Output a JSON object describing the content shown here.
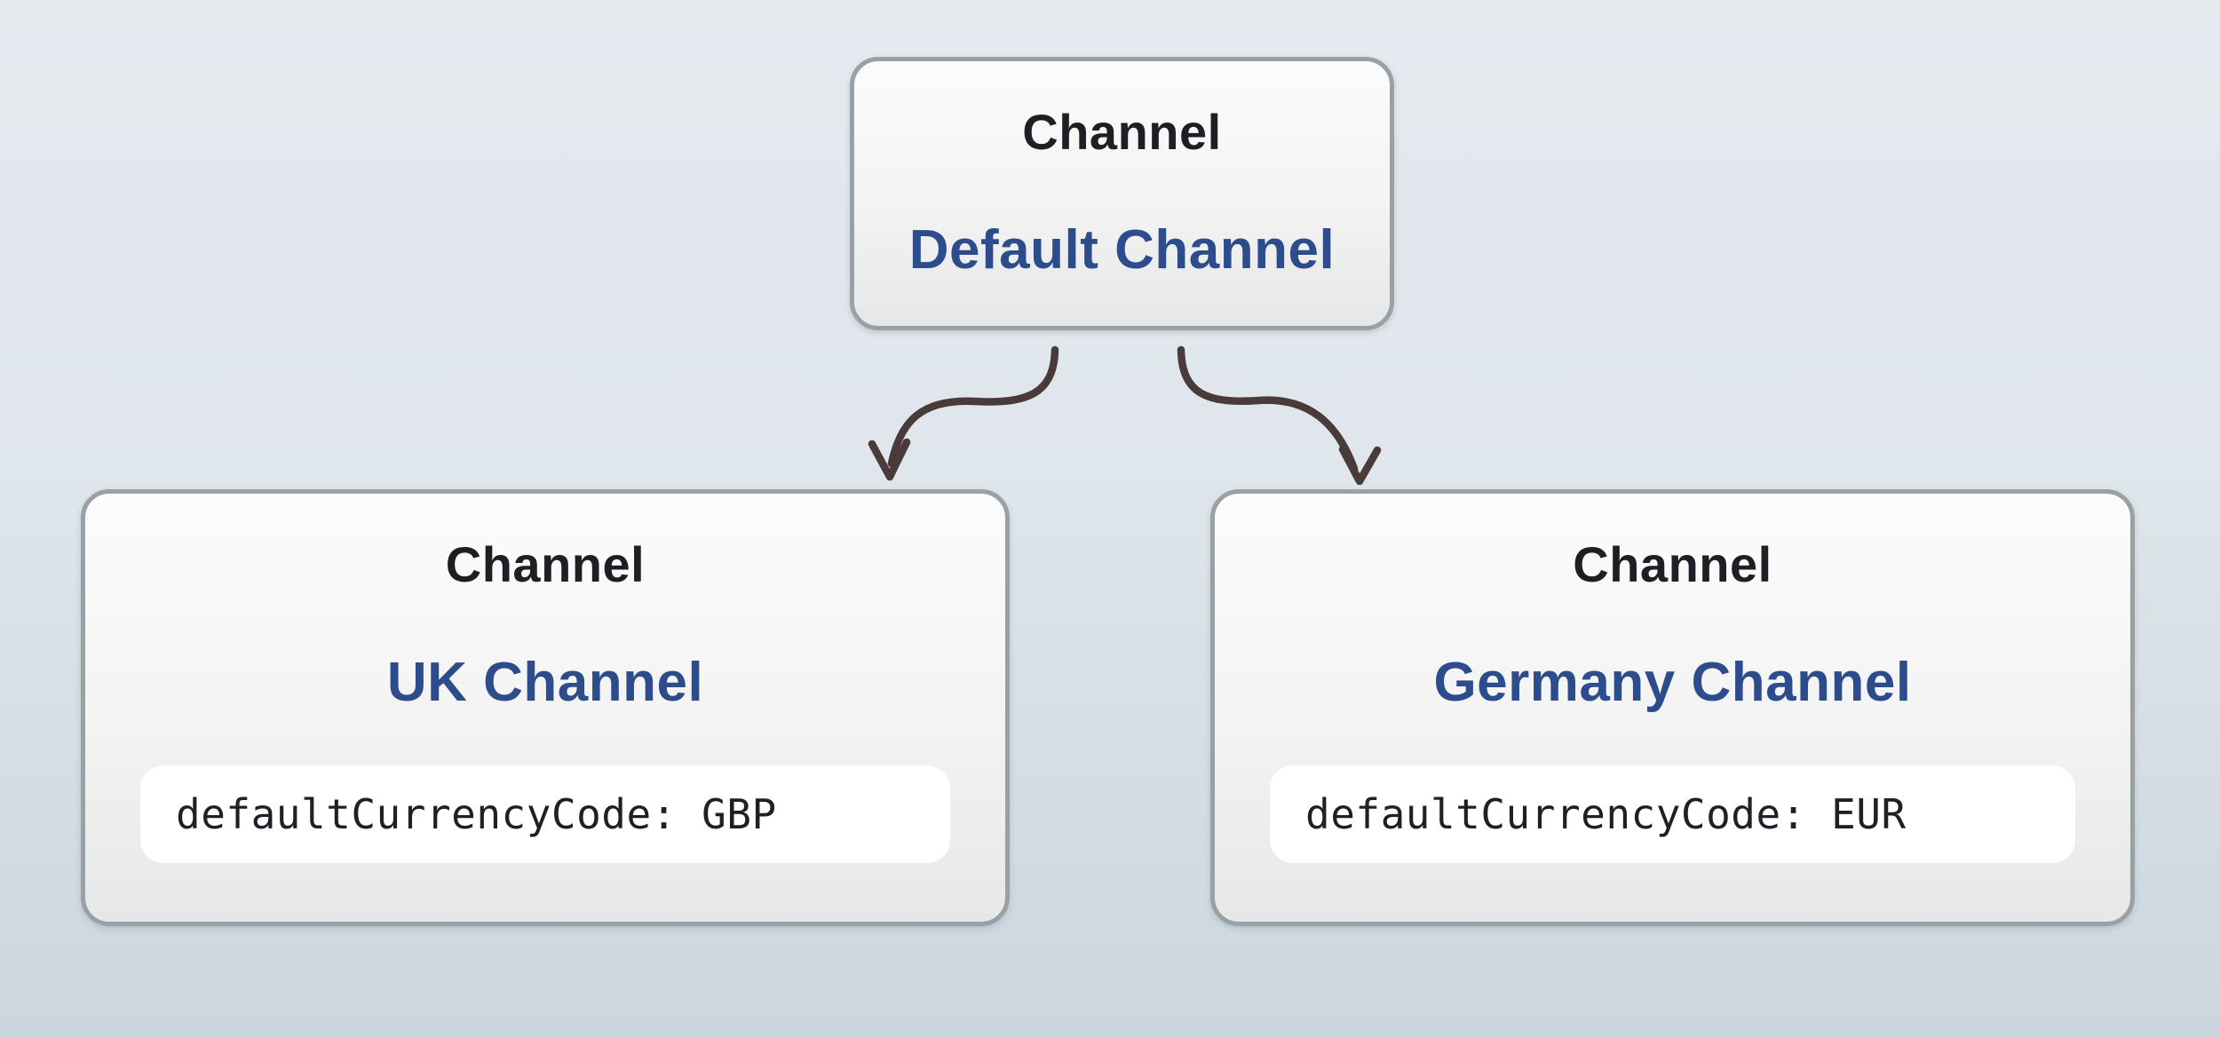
{
  "nodes": [
    {
      "type_label": "Channel",
      "name": "Default Channel"
    },
    {
      "type_label": "Channel",
      "name": "UK Channel",
      "code": "defaultCurrencyCode: GBP"
    },
    {
      "type_label": "Channel",
      "name": "Germany Channel",
      "code": "defaultCurrencyCode: EUR"
    }
  ],
  "edges": [
    {
      "from": "Default Channel",
      "to": "UK Channel"
    },
    {
      "from": "Default Channel",
      "to": "Germany Channel"
    }
  ],
  "colors": {
    "bg_top": "#e5eaef",
    "bg_bottom": "#cbd6de",
    "node_border": "#9aa1a5",
    "node_fill_top": "#fcfcfc",
    "node_fill_bottom": "#e6e7e8",
    "title_color": "#1d1f24",
    "name_color": "#2c4c8c",
    "code_color": "#1e2025",
    "code_bg": "#ffffff",
    "arrow_color": "#4a3b3b"
  }
}
